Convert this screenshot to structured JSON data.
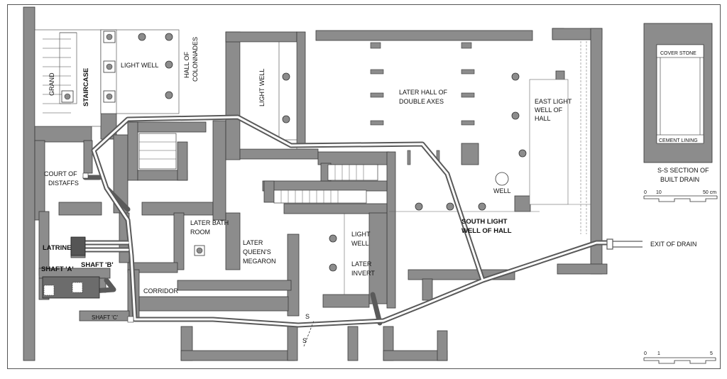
{
  "labels": {
    "grand": "GRAND",
    "staircase": "STAIRCASE",
    "light_well_nw": "LIGHT WELL",
    "hall_of": "HALL OF",
    "colonnades": "COLONNADES",
    "light_well_vertical": "LIGHT WELL",
    "later_hall_1": "LATER HALL OF",
    "later_hall_2": "DOUBLE AXES",
    "east_lw_1": "EAST LIGHT",
    "east_lw_2": "WELL OF",
    "east_lw_3": "HALL",
    "court_1": "COURT OF",
    "court_2": "DISTAFFS",
    "well": "WELL",
    "south_lw_1": "SOUTH LIGHT",
    "south_lw_2": "WELL OF HALL",
    "bath_1": "LATER BATH",
    "bath_2": "ROOM",
    "queen_1": "LATER",
    "queen_2": "QUEEN'S",
    "queen_3": "MEGARON",
    "lw_inner_1": "LIGHT",
    "lw_inner_2": "WELL",
    "invert_1": "LATER",
    "invert_2": "INVERT",
    "latrine": "LATRINE",
    "shaft_a": "SHAFT 'A'",
    "shaft_b": "SHAFT 'B'",
    "shaft_c": "SHAFT 'C'",
    "corridor": "CORRIDOR",
    "s_top": "S",
    "s_bottom": "S",
    "exit": "EXIT OF DRAIN"
  },
  "section": {
    "cover_stone": "COVER STONE",
    "cement_lining": "CEMENT LINING",
    "title_1": "S-S SECTION OF",
    "title_2": "BUILT DRAIN",
    "scale_0": "0",
    "scale_10": "10",
    "scale_50": "50 cm"
  },
  "main_scale": {
    "s0": "0",
    "s1": "1",
    "s5": "5"
  },
  "colors": {
    "wall": "#8c8c8c",
    "wall_stroke": "#3a3a3a",
    "drain": "#5a5a5a"
  }
}
